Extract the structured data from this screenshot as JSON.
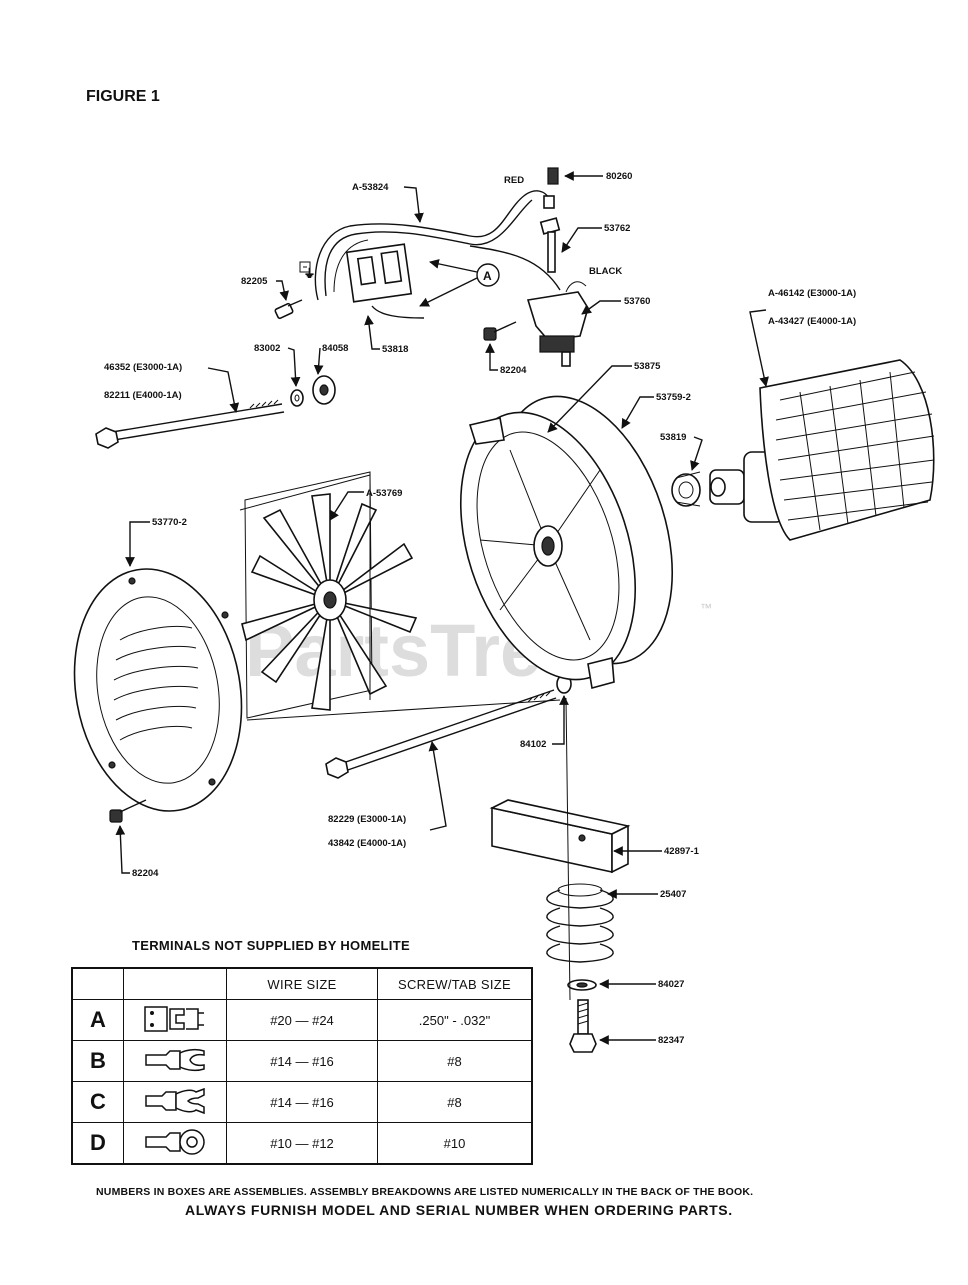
{
  "figure_title": "FIGURE 1",
  "watermark": "PartsTree",
  "watermark_tm": "™",
  "callouts": {
    "p80260": "80260",
    "red": "RED",
    "a53824": "A-53824",
    "p53762": "53762",
    "black": "BLACK",
    "p82205": "82205",
    "ref_a": "A",
    "p53760": "53760",
    "p53818": "53818",
    "p83002": "83002",
    "p84058": "84058",
    "p82204_top": "82204",
    "p46352": "46352 (E3000-1A)",
    "p82211": "82211 (E4000-1A)",
    "p53875": "53875",
    "p53759_2": "53759-2",
    "a46142": "A-46142 (E3000-1A)",
    "a43427": "A-43427 (E4000-1A)",
    "p53819": "53819",
    "a53769": "A-53769",
    "p53770_2": "53770-2",
    "p84102": "84102",
    "p82229": "82229 (E3000-1A)",
    "p43842": "43842 (E4000-1A)",
    "p42897_1": "42897-1",
    "p82204_bottom": "82204",
    "p25407": "25407",
    "p84027": "84027",
    "p82347": "82347",
    "ground_symbol": "⏚"
  },
  "terminals": {
    "title": "TERMINALS NOT SUPPLIED BY HOMELITE",
    "header": {
      "wire_size": "WIRE SIZE",
      "screw_tab_size": "SCREW/TAB SIZE"
    },
    "rows": [
      {
        "letter": "A",
        "icon": "blade-tab-terminal-icon",
        "wire_size": "#20 — #24",
        "screw_tab_size": ".250\" - .032\""
      },
      {
        "letter": "B",
        "icon": "spade-fork-terminal-icon",
        "wire_size": "#14 — #16",
        "screw_tab_size": "#8"
      },
      {
        "letter": "C",
        "icon": "flanged-spade-terminal-icon",
        "wire_size": "#14 — #16",
        "screw_tab_size": "#8"
      },
      {
        "letter": "D",
        "icon": "ring-terminal-icon",
        "wire_size": "#10 — #12",
        "screw_tab_size": "#10"
      }
    ]
  },
  "notes": {
    "assemblies": "NUMBERS IN BOXES ARE ASSEMBLIES. ASSEMBLY BREAKDOWNS ARE LISTED NUMERICALLY IN THE BACK OF THE BOOK.",
    "ordering": "ALWAYS FURNISH MODEL AND SERIAL NUMBER WHEN ORDERING PARTS."
  }
}
